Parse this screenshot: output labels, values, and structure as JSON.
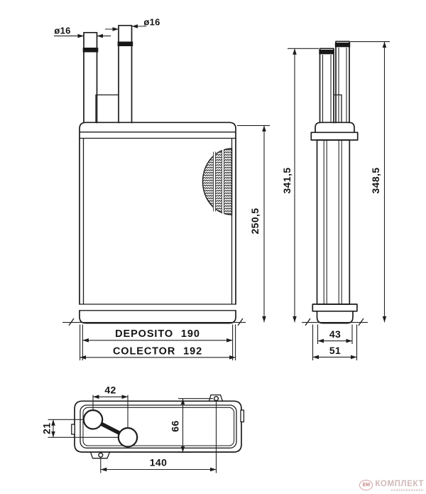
{
  "dimensions": {
    "front": {
      "pipe_left_diameter": "ø16",
      "pipe_right_diameter": "ø16",
      "core_height": "250,5",
      "tank_width": "DEPOSITO 190",
      "collector_width": "COLECTOR 192"
    },
    "side": {
      "height_rear_pipe": "341,5",
      "height_front_pipe": "348,5",
      "tank_depth": "43",
      "collar_depth": "51"
    },
    "bottom": {
      "pipe_center_distance": "42",
      "pipe_center_offset": "21",
      "housing_depth": "66",
      "mount_length": "140"
    }
  },
  "watermark": {
    "logo": "ЕМ",
    "brand": "КОМПЛЕКТ"
  },
  "colors": {
    "line": "#1d1d1d",
    "watermark_red": "#bb6666",
    "watermark_text": "#c6a8a8"
  }
}
